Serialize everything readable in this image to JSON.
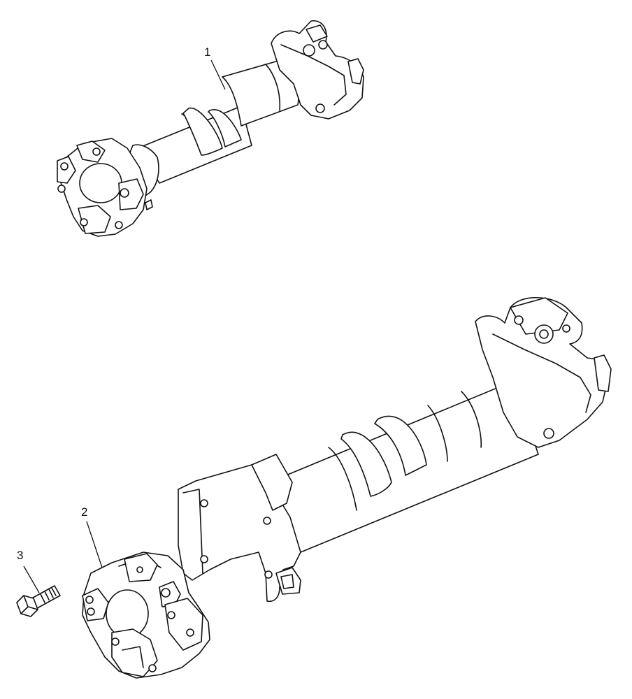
{
  "callouts": [
    {
      "id": "callout-1",
      "label": "1"
    },
    {
      "id": "callout-2",
      "label": "2"
    },
    {
      "id": "callout-3",
      "label": "3"
    }
  ],
  "colors": {
    "line": "#111111",
    "background": "#ffffff"
  }
}
